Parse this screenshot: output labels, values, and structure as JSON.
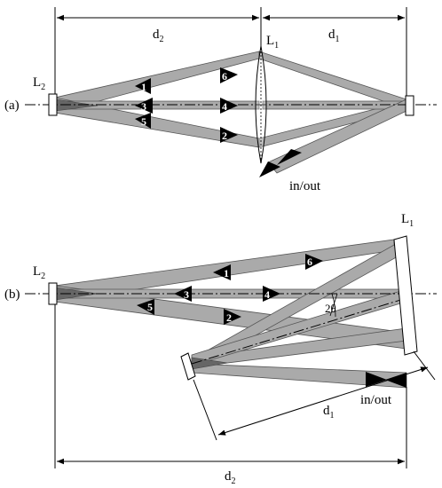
{
  "panel_a": {
    "tag": "(a)",
    "d1": {
      "base": "d",
      "sub": "1"
    },
    "d2": {
      "base": "d",
      "sub": "2"
    },
    "L1": {
      "base": "L",
      "sub": "1"
    },
    "L2": {
      "base": "L",
      "sub": "2"
    },
    "beam_numbers": [
      "1",
      "2",
      "3",
      "4",
      "5",
      "6"
    ],
    "inout": "in/out"
  },
  "panel_b": {
    "tag": "(b)",
    "d1": {
      "base": "d",
      "sub": "1"
    },
    "d2": {
      "base": "d",
      "sub": "2"
    },
    "L1": {
      "base": "L",
      "sub": "1"
    },
    "L2": {
      "base": "L",
      "sub": "2"
    },
    "beam_numbers": [
      "1",
      "2",
      "3",
      "4",
      "5",
      "6"
    ],
    "angle": "2θ",
    "inout": "in/out"
  },
  "colors": {
    "beam": "#aaaaaa",
    "beam_dark": "#666666",
    "ink": "#000000"
  }
}
